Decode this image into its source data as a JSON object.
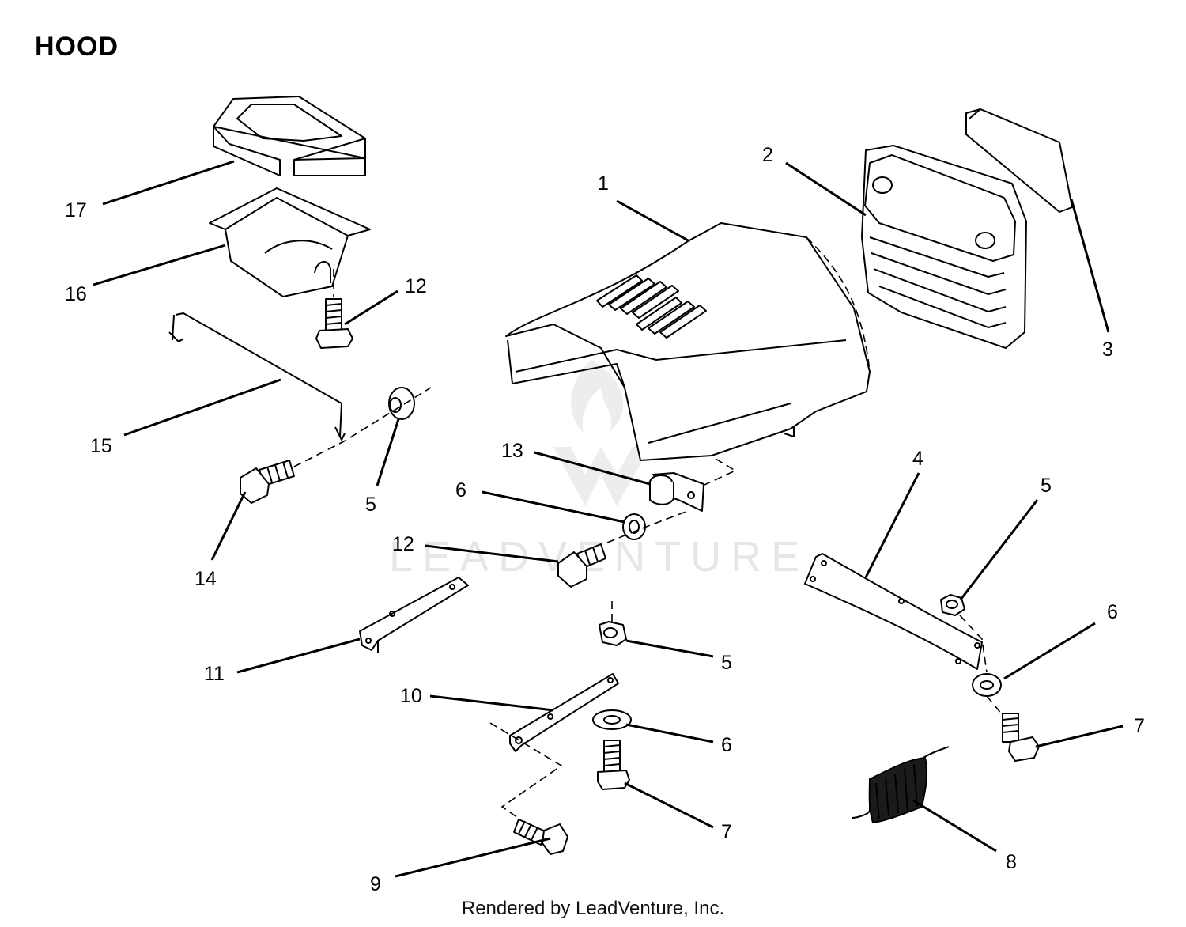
{
  "title": "HOOD",
  "watermark": "LEADVENTURE",
  "footer": "Rendered by LeadVenture, Inc.",
  "callouts": [
    {
      "id": "c1",
      "label": "1"
    },
    {
      "id": "c2",
      "label": "2"
    },
    {
      "id": "c3",
      "label": "3"
    },
    {
      "id": "c4",
      "label": "4"
    },
    {
      "id": "c5a",
      "label": "5"
    },
    {
      "id": "c5b",
      "label": "5"
    },
    {
      "id": "c5c",
      "label": "5"
    },
    {
      "id": "c6a",
      "label": "6"
    },
    {
      "id": "c6b",
      "label": "6"
    },
    {
      "id": "c6c",
      "label": "6"
    },
    {
      "id": "c7a",
      "label": "7"
    },
    {
      "id": "c7b",
      "label": "7"
    },
    {
      "id": "c8",
      "label": "8"
    },
    {
      "id": "c9",
      "label": "9"
    },
    {
      "id": "c10",
      "label": "10"
    },
    {
      "id": "c11",
      "label": "11"
    },
    {
      "id": "c12a",
      "label": "12"
    },
    {
      "id": "c12b",
      "label": "12"
    },
    {
      "id": "c13",
      "label": "13"
    },
    {
      "id": "c14",
      "label": "14"
    },
    {
      "id": "c15",
      "label": "15"
    },
    {
      "id": "c16",
      "label": "16"
    },
    {
      "id": "c17",
      "label": "17"
    }
  ]
}
